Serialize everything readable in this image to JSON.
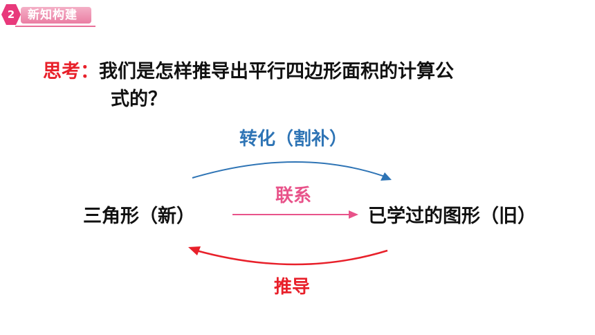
{
  "section": {
    "number": "2",
    "title": "新知构建"
  },
  "question": {
    "label": "思考：",
    "line1": "我们是怎样推导出平行四边形面积的计算公",
    "line2": "式的？"
  },
  "diagram": {
    "convert_label": "转化（割补）",
    "relation_label": "联系",
    "left_node": "三角形（新）",
    "right_node": "已学过的图形（旧）",
    "derive_label": "推导",
    "colors": {
      "convert": "#2e74b5",
      "relation": "#e8538a",
      "derive": "#e8202a",
      "accent": "#e8397b"
    }
  }
}
